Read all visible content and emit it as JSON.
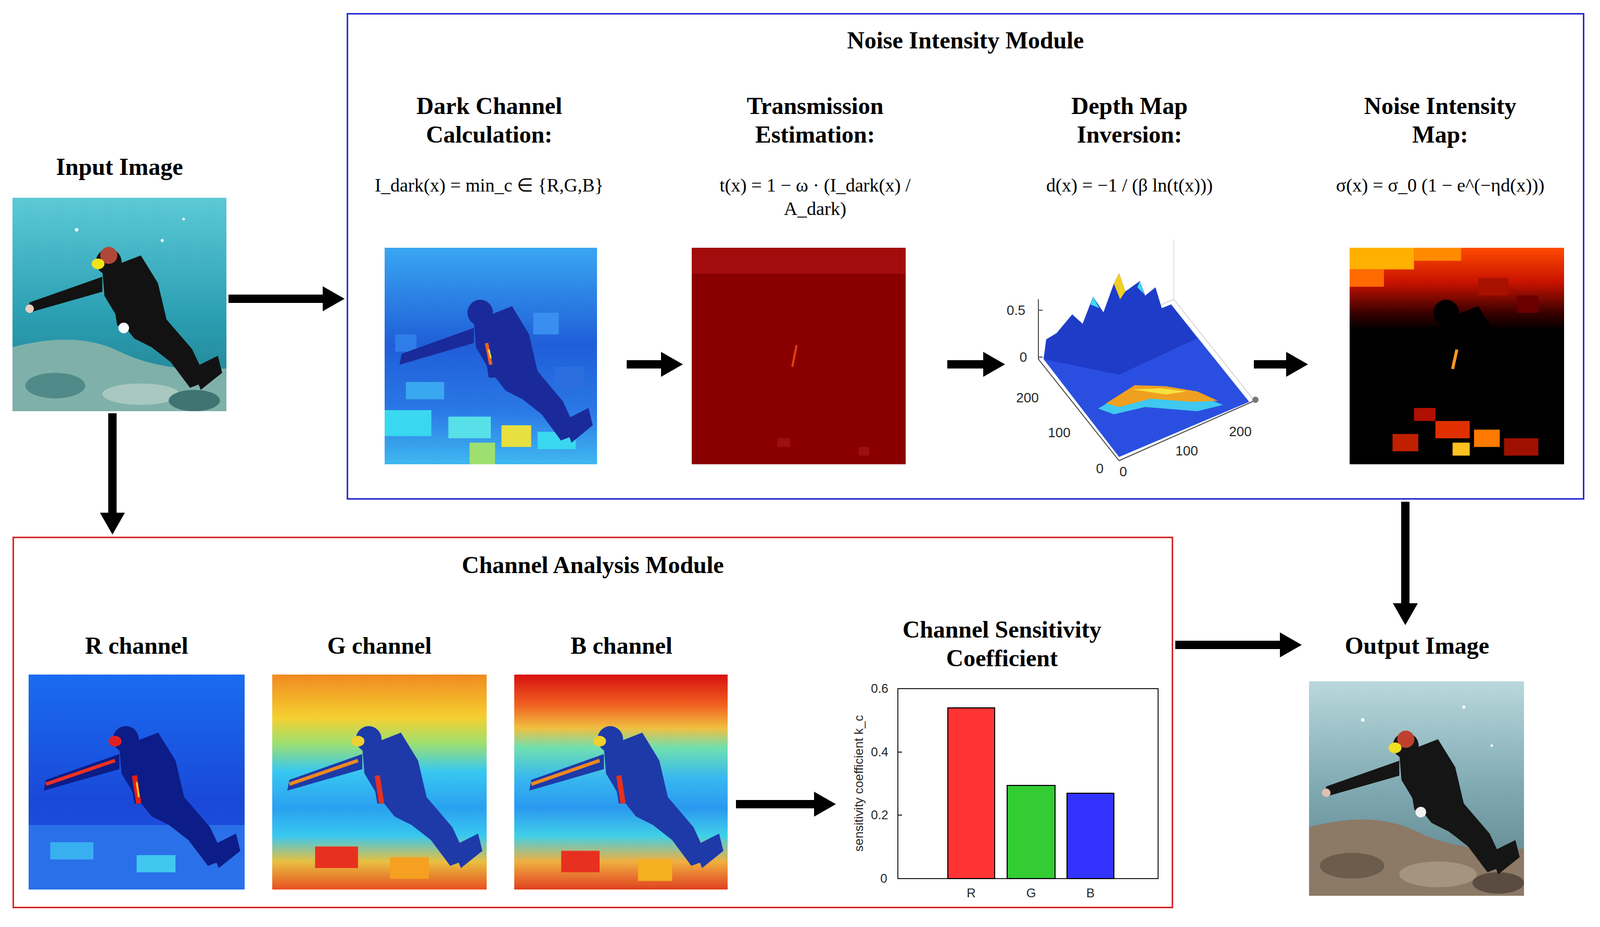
{
  "diagram": {
    "nodes": [
      {
        "text": [
          "Input Image"
        ]
      },
      {
        "text": [
          "Noise Intensity Module"
        ]
      },
      {
        "text": [
          "Dark Channel Calculation:",
          "I_dark(x) = min_c ∈ {R,G,B}"
        ],
        "in": 1
      },
      {
        "text": [
          "Transmission Estimation:",
          "t(x) = 1 − ω · (I_dark(x) / A_dark)"
        ],
        "in": 1
      },
      {
        "text": [
          "Depth Map Inversion:",
          "d(x) = −1 / (β ln(t(x)))"
        ],
        "in": 1
      },
      {
        "text": [
          "Noise Intensity Map:",
          "σ(x) = σ_0 (1 − e^(−ηd(x)))"
        ],
        "in": 1
      },
      {
        "text": [
          "Channel Analysis Module"
        ]
      },
      {
        "text": [
          "R channel"
        ],
        "in": 6
      },
      {
        "text": [
          "G channel"
        ],
        "in": 6
      },
      {
        "text": [
          "B channel"
        ],
        "in": 6
      },
      {
        "text": [
          "Channel Sensitivity Coefficient"
        ],
        "in": 6
      },
      {
        "text": [
          "Output Image"
        ]
      }
    ],
    "edges": [
      {
        "from": 0,
        "to": 1,
        "arrow": "to"
      },
      {
        "from": 0,
        "to": 6,
        "arrow": "to"
      },
      {
        "from": 2,
        "to": 3,
        "arrow": "to"
      },
      {
        "from": 3,
        "to": 4,
        "arrow": "to"
      },
      {
        "from": 4,
        "to": 5,
        "arrow": "to"
      },
      {
        "from": 1,
        "to": 11,
        "arrow": "to"
      },
      {
        "from": 9,
        "to": 10,
        "arrow": "to"
      },
      {
        "from": 6,
        "to": 11,
        "arrow": "to"
      }
    ],
    "labels": [
      "0.5",
      "0",
      "200",
      "100",
      "0",
      "0",
      "100",
      "200",
      "0.6",
      "0.4",
      "0.2",
      "0",
      "sensitivity coefficient k_c",
      "R",
      "G",
      "B"
    ]
  }
}
